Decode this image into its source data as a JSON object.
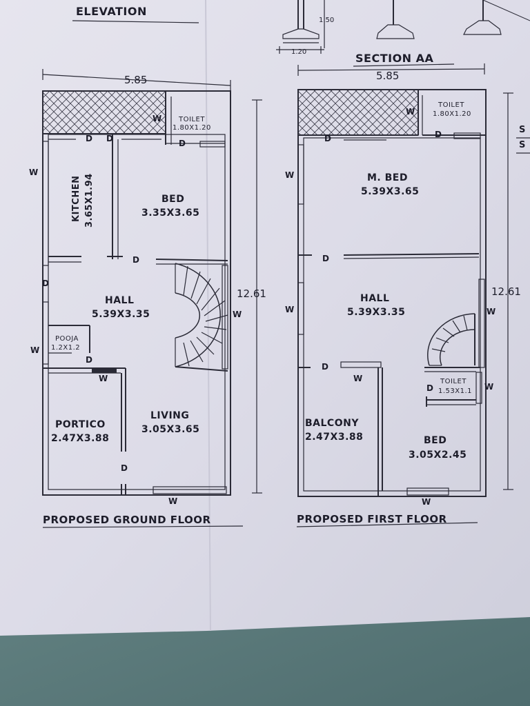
{
  "sheet": {
    "elevation_title": "ELEVATION",
    "section_title": "SECTION AA",
    "section_height": "1.50",
    "section_width": "1.20"
  },
  "ground_floor": {
    "title": "PROPOSED GROUND FLOOR",
    "width": "5.85",
    "length": "12.61",
    "rooms": {
      "toilet_name": "TOILET",
      "toilet_size": "1.80X1.20",
      "kitchen_name": "KITCHEN",
      "kitchen_size": "3.65X1.94",
      "bed_name": "BED",
      "bed_size": "3.35X3.65",
      "hall_name": "HALL",
      "hall_size": "5.39X3.35",
      "pooja_name": "POOJA",
      "pooja_size": "1.2X1.2",
      "portico_name": "PORTICO",
      "portico_size": "2.47X3.88",
      "living_name": "LIVING",
      "living_size": "3.05X3.65"
    }
  },
  "first_floor": {
    "title": "PROPOSED FIRST FLOOR",
    "width": "5.85",
    "length": "12.61",
    "rooms": {
      "toilet1_name": "TOILET",
      "toilet1_size": "1.80X1.20",
      "mbed_name": "M. BED",
      "mbed_size": "5.39X3.65",
      "hall_name": "HALL",
      "hall_size": "5.39X3.35",
      "toilet2_name": "TOILET",
      "toilet2_size": "1.53X1.1",
      "balcony_name": "BALCONY",
      "balcony_size": "2.47X3.88",
      "bed_name": "BED",
      "bed_size": "3.05X2.45"
    }
  },
  "markers": {
    "door": "D",
    "window": "W"
  }
}
